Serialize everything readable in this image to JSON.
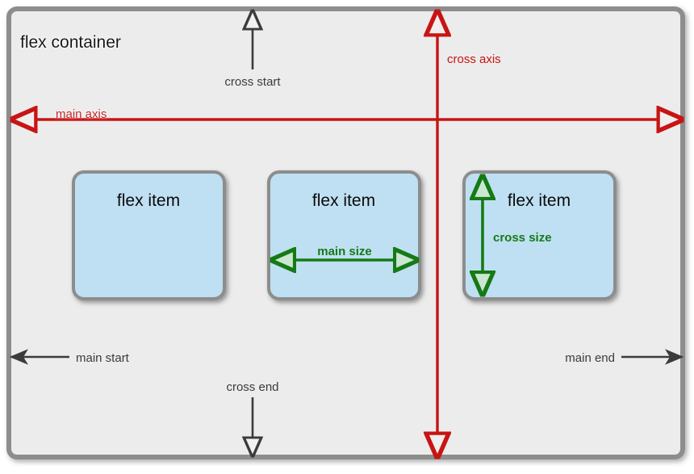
{
  "diagram": {
    "title": "flex container",
    "container": {
      "label": "flex container",
      "fill": "#ececec",
      "border_color": "#8d8d8d"
    },
    "items": [
      {
        "label": "flex item"
      },
      {
        "label": "flex item"
      },
      {
        "label": "flex item"
      }
    ],
    "axes": [
      {
        "name": "main-axis",
        "label": "main axis",
        "color": "#c81414",
        "orientation": "horizontal"
      },
      {
        "name": "cross-axis",
        "label": "cross axis",
        "color": "#c81414",
        "orientation": "vertical"
      }
    ],
    "edges": [
      {
        "name": "cross-start",
        "label": "cross start",
        "color": "#3b3b3b",
        "direction": "up"
      },
      {
        "name": "cross-end",
        "label": "cross end",
        "color": "#3b3b3b",
        "direction": "down"
      },
      {
        "name": "main-start",
        "label": "main start",
        "color": "#3b3b3b",
        "direction": "left"
      },
      {
        "name": "main-end",
        "label": "main end",
        "color": "#3b3b3b",
        "direction": "right"
      }
    ],
    "sizes": [
      {
        "name": "main-size",
        "label": "main size",
        "color": "#157a15",
        "orientation": "horizontal"
      },
      {
        "name": "cross-size",
        "label": "cross size",
        "color": "#157a15",
        "orientation": "vertical"
      }
    ],
    "colors": {
      "item_fill": "#bfe0f2",
      "item_border": "#8d8d8d",
      "axis_red": "#c81414",
      "size_green": "#157a15",
      "edge_gray": "#3b3b3b",
      "container_fill": "#ececec"
    }
  }
}
